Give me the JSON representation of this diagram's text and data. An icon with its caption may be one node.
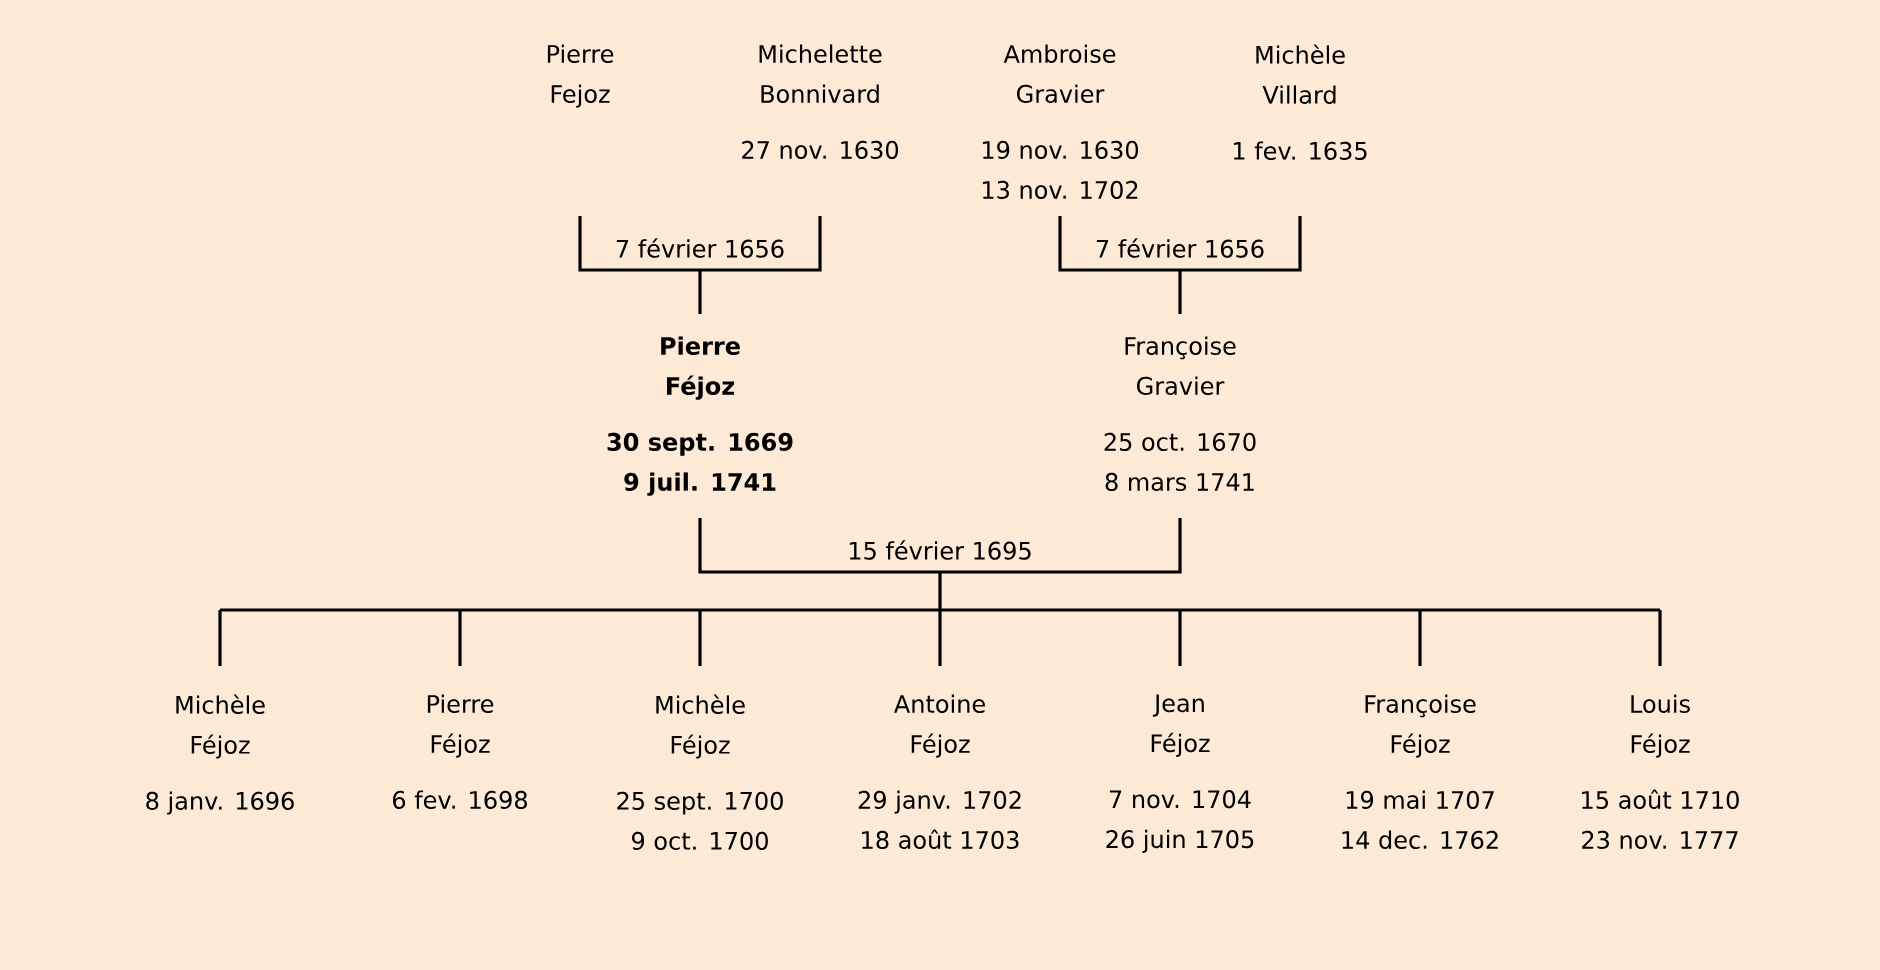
{
  "diagram": {
    "nodes": [
      {
        "text": [
          "Pierre Fejoz"
        ]
      },
      {
        "text": [
          "Michelette Bonnivard",
          "27 nov. 1630"
        ]
      },
      {
        "text": [
          "Ambroise Gravier",
          "19 nov. 1630",
          "13 nov. 1702"
        ]
      },
      {
        "text": [
          "Michèle Villard",
          "1 fev. 1635"
        ]
      },
      {
        "text": [
          "Pierre Féjoz",
          "30 sept. 1669",
          "9 juil. 1741"
        ]
      },
      {
        "text": [
          "Françoise Gravier",
          "25 oct. 1670",
          "8 mars 1741"
        ]
      },
      {
        "text": [
          "Michèle Féjoz",
          "8 janv. 1696"
        ]
      },
      {
        "text": [
          "Pierre Féjoz",
          "6 fev. 1698"
        ]
      },
      {
        "text": [
          "Michèle Féjoz",
          "25 sept. 1700",
          "9 oct. 1700"
        ]
      },
      {
        "text": [
          "Antoine Féjoz",
          "29 janv. 1702",
          "18 août 1703"
        ]
      },
      {
        "text": [
          "Jean Féjoz",
          "7 nov. 1704",
          "26 juin 1705"
        ]
      },
      {
        "text": [
          "Françoise Féjoz",
          "19 mai 1707",
          "14 dec. 1762"
        ]
      },
      {
        "text": [
          "Louis Féjoz",
          "15 août 1710",
          "23 nov. 1777"
        ]
      }
    ],
    "edges": [
      {
        "from": 0,
        "to": 4,
        "arrow": "none",
        "label": "7 février 1656"
      },
      {
        "from": 1,
        "to": 4,
        "arrow": "none"
      },
      {
        "from": 2,
        "to": 5,
        "arrow": "none",
        "label": "7 février 1656"
      },
      {
        "from": 3,
        "to": 5,
        "arrow": "none"
      },
      {
        "from": 4,
        "to": 6,
        "arrow": "none",
        "label": "15 février 1695"
      },
      {
        "from": 5,
        "to": 6,
        "arrow": "none"
      },
      {
        "from": 4,
        "to": 7,
        "arrow": "none"
      },
      {
        "from": 5,
        "to": 7,
        "arrow": "none"
      },
      {
        "from": 4,
        "to": 8,
        "arrow": "none"
      },
      {
        "from": 5,
        "to": 8,
        "arrow": "none"
      },
      {
        "from": 4,
        "to": 9,
        "arrow": "none"
      },
      {
        "from": 5,
        "to": 9,
        "arrow": "none"
      },
      {
        "from": 4,
        "to": 10,
        "arrow": "none"
      },
      {
        "from": 5,
        "to": 10,
        "arrow": "none"
      },
      {
        "from": 4,
        "to": 11,
        "arrow": "none"
      },
      {
        "from": 5,
        "to": 11,
        "arrow": "none"
      },
      {
        "from": 4,
        "to": 12,
        "arrow": "none"
      },
      {
        "from": 5,
        "to": 12,
        "arrow": "none"
      }
    ]
  }
}
